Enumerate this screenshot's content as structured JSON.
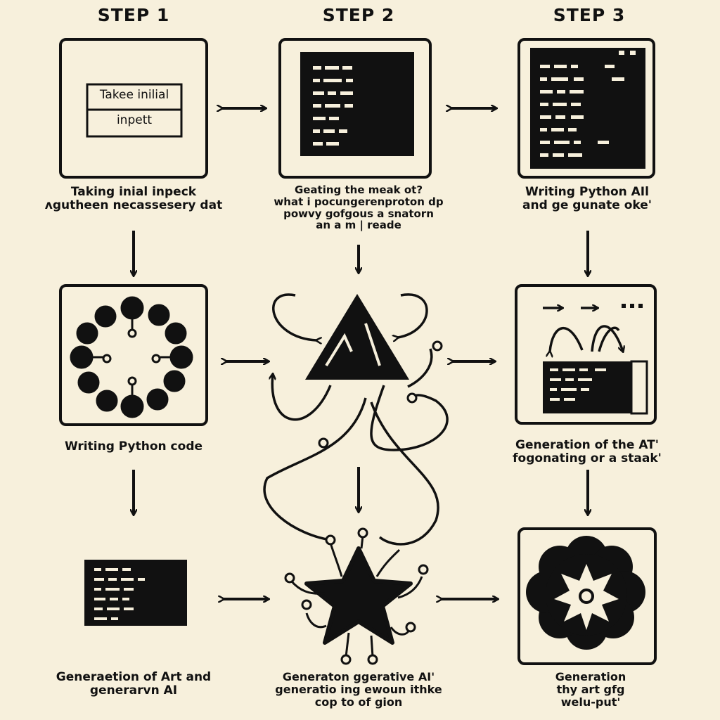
{
  "steps": [
    {
      "title": "STEP 1"
    },
    {
      "title": "STEP 2"
    },
    {
      "title": "STEP 3"
    }
  ],
  "input_box": {
    "line1": "Takee inilial",
    "line2": "inpett"
  },
  "captions": [
    "Taking inial inpeck\nʌgutheen necassesery dat",
    "Geating the meak ot?\nwhat i pocungerenproton dp\npowvy gofgous a snatorn\nan a m | reade",
    "Writing Python AIl\nand ge gunate oke'",
    "Writing Python code",
    "Generation of the AT'\nfogonating or a staak'",
    "Generaetion of Art and\ngenerarvn AI",
    "Generaton ggerative AI'\ngeneratio ing ewoun ithke\ncop to of gion",
    "Generation\nthy art gfg\nwelu-put'"
  ],
  "colors": {
    "background": "#f7f0dc",
    "ink": "#111111"
  }
}
